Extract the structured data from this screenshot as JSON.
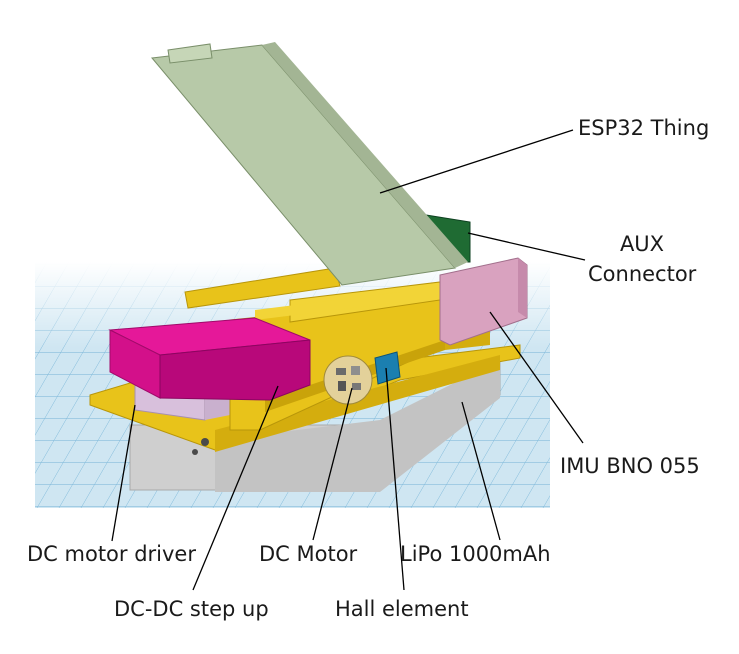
{
  "labels": {
    "esp32": "ESP32 Thing",
    "aux_line1": "AUX",
    "aux_line2": "Connector",
    "imu": "IMU BNO 055",
    "dc_motor_driver": "DC motor driver",
    "dc_dc_step_up": "DC-DC step up",
    "dc_motor": "DC Motor",
    "hall_element": "Hall element",
    "lipo": "LiPo 1000mAh"
  },
  "colors": {
    "grid_background": "#cfe6f2",
    "grid_line": "#7fb9da",
    "esp32_board": "#b7c9a8",
    "frame": "#e8c31a",
    "motor_driver": "#d3108a",
    "step_up": "#d8c0dc",
    "battery": "#cfcfcf",
    "imu": "#d9a2bf",
    "aux": "#1f6b33",
    "hall": "#1b7fb0",
    "leader_line": "#000000"
  }
}
